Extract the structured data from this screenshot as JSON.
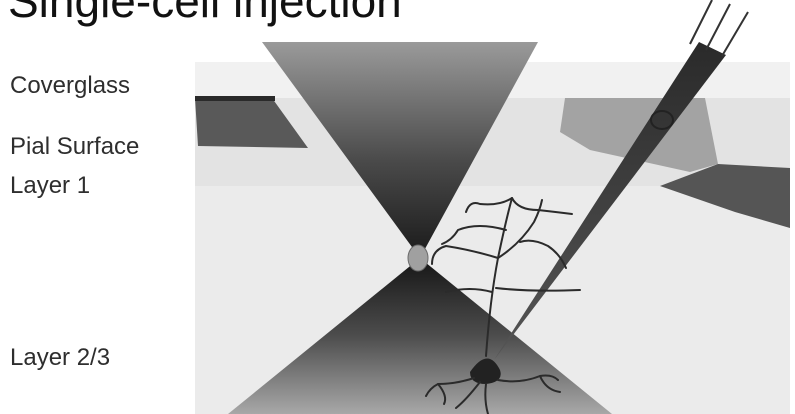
{
  "figure": {
    "title": "Single-cell injection",
    "labels": {
      "coverglass": "Coverglass",
      "pial_surface": "Pial Surface",
      "layer_1": "Layer 1",
      "layer_2_3": "Layer 2/3"
    }
  }
}
